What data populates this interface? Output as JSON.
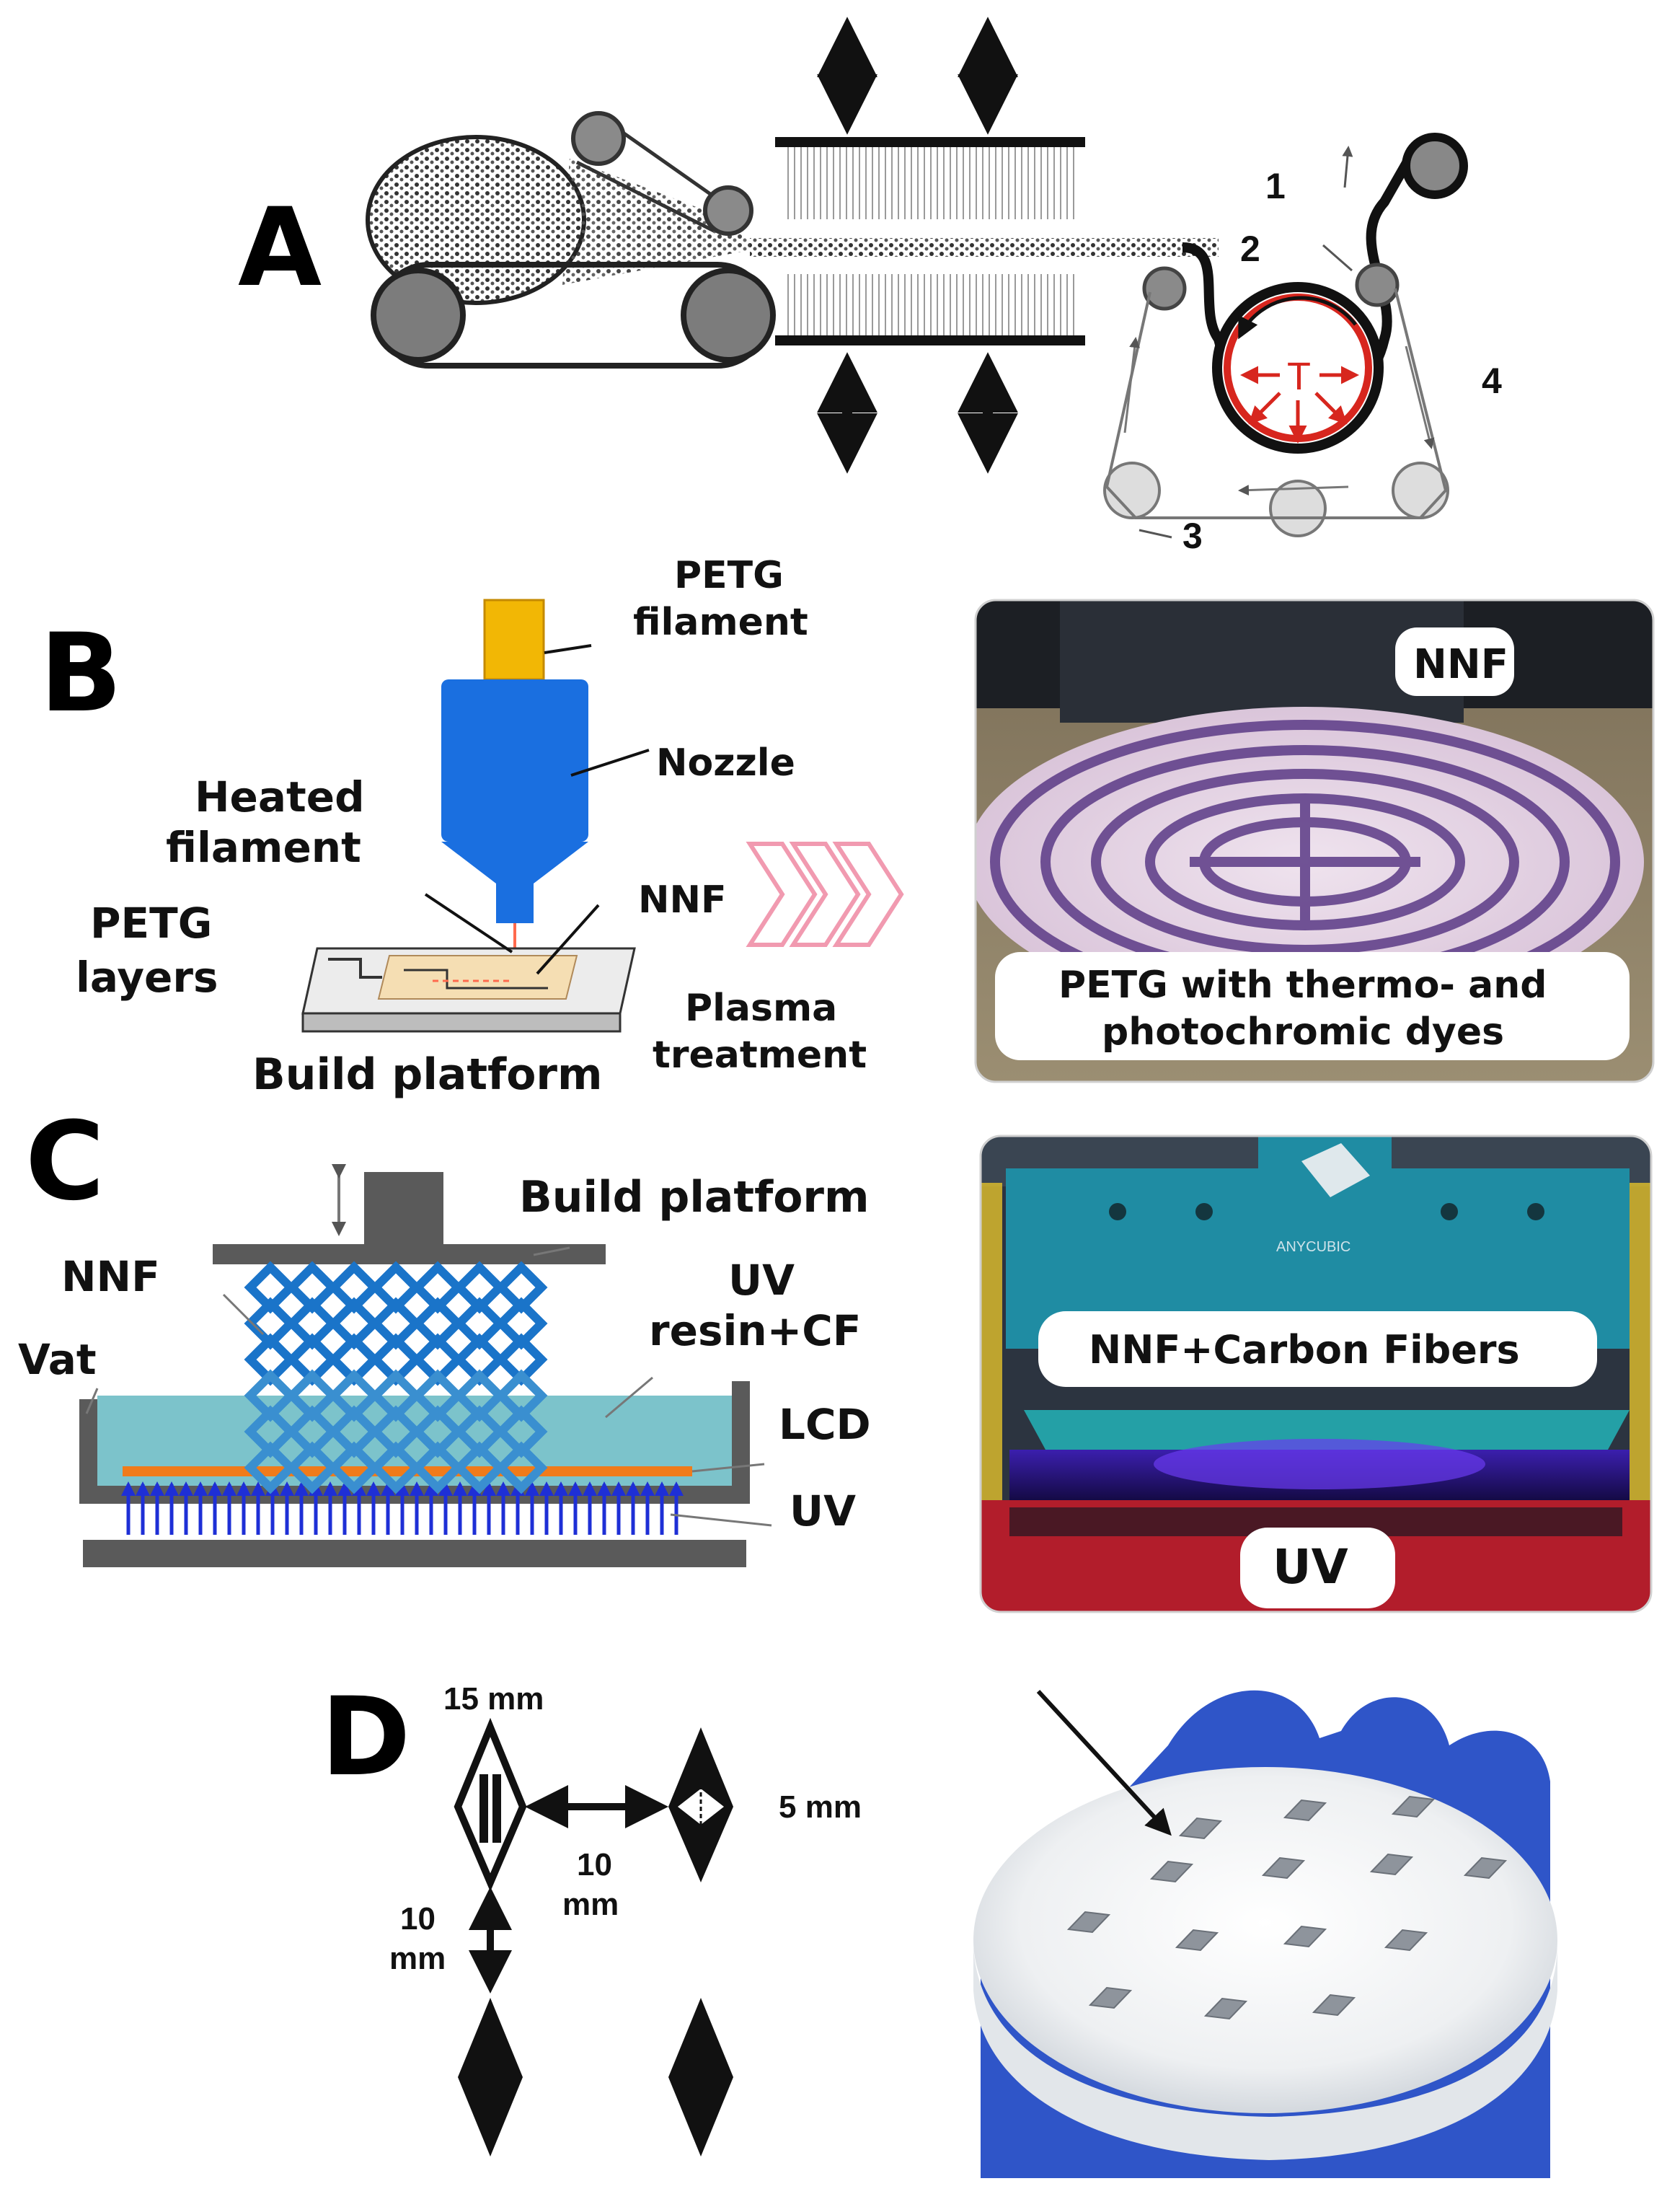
{
  "panel_a": {
    "letter": "A",
    "numbers": [
      "1",
      "2",
      "3",
      "4"
    ],
    "temp_symbol": "T"
  },
  "panel_b": {
    "letter": "B",
    "labels": {
      "petg_filament_1": "PETG",
      "petg_filament_2": "filament",
      "nozzle": "Nozzle",
      "heated_1": "Heated",
      "heated_2": "filament",
      "nnf": "NNF",
      "petg_layers_1": "PETG",
      "petg_layers_2": "layers",
      "plasma_1": "Plasma",
      "plasma_2": "treatment",
      "build_platform": "Build platform"
    },
    "photo": {
      "tag_top": "NNF",
      "tag_bottom_1": "PETG with thermo- and",
      "tag_bottom_2": "photochromic dyes"
    }
  },
  "panel_c": {
    "letter": "C",
    "labels": {
      "build_platform": "Build platform",
      "nnf": "NNF",
      "uv_resin_1": "UV",
      "uv_resin_2": "resin+CF",
      "vat": "Vat",
      "lcd": "LCD",
      "uv": "UV"
    },
    "photo": {
      "tag_top": "NNF+Carbon Fibers",
      "tag_bottom": "UV",
      "brand": "ANYCUBIC"
    }
  },
  "panel_d": {
    "letter": "D",
    "labels": {
      "length": "15 mm",
      "width": "5 mm",
      "h_gap_1": "10",
      "h_gap_2": "mm",
      "v_gap_1": "10",
      "v_gap_2": "mm"
    }
  },
  "colors": {
    "red_heat": "#d7261e",
    "nozzle_blue": "#1a6fe0",
    "filament_yellow": "#f2b705",
    "lattice_blue": "#1a74c9",
    "resin_teal": "#7cc3cb",
    "lcd_orange": "#f07b1a",
    "uv_arrow": "#1e2fd6",
    "chevron_pink": "#f19ab0"
  }
}
